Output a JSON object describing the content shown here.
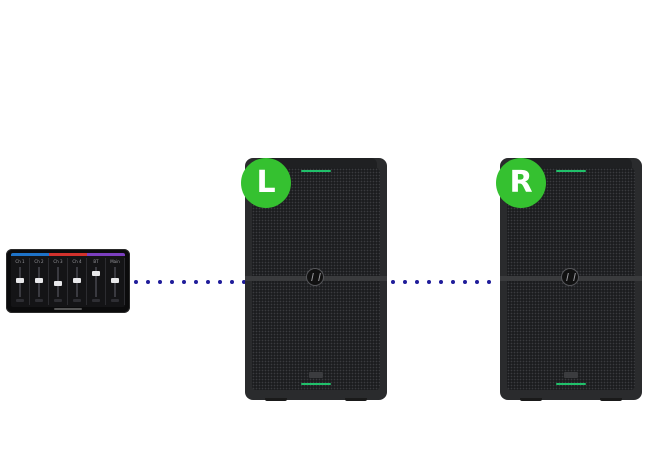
{
  "speakers": {
    "left": {
      "label": "L"
    },
    "right": {
      "label": "R"
    }
  },
  "tablet": {
    "channels": [
      {
        "label": "Ch 1",
        "color": "#1e73c8",
        "level": 0.55
      },
      {
        "label": "Ch 2",
        "color": "#1e73c8",
        "level": 0.55
      },
      {
        "label": "Ch 3",
        "color": "#d2322d",
        "level": 0.45
      },
      {
        "label": "Ch 4",
        "color": "#d2322d",
        "level": 0.55
      },
      {
        "label": "BT",
        "color": "#7b3fbf",
        "level": 0.8
      },
      {
        "label": "Main",
        "color": "#7b3fbf",
        "level": 0.55
      }
    ]
  },
  "colors": {
    "badge": "#35c130",
    "link_dots": "#1f1c9a",
    "speaker_led": "#20c06a"
  }
}
